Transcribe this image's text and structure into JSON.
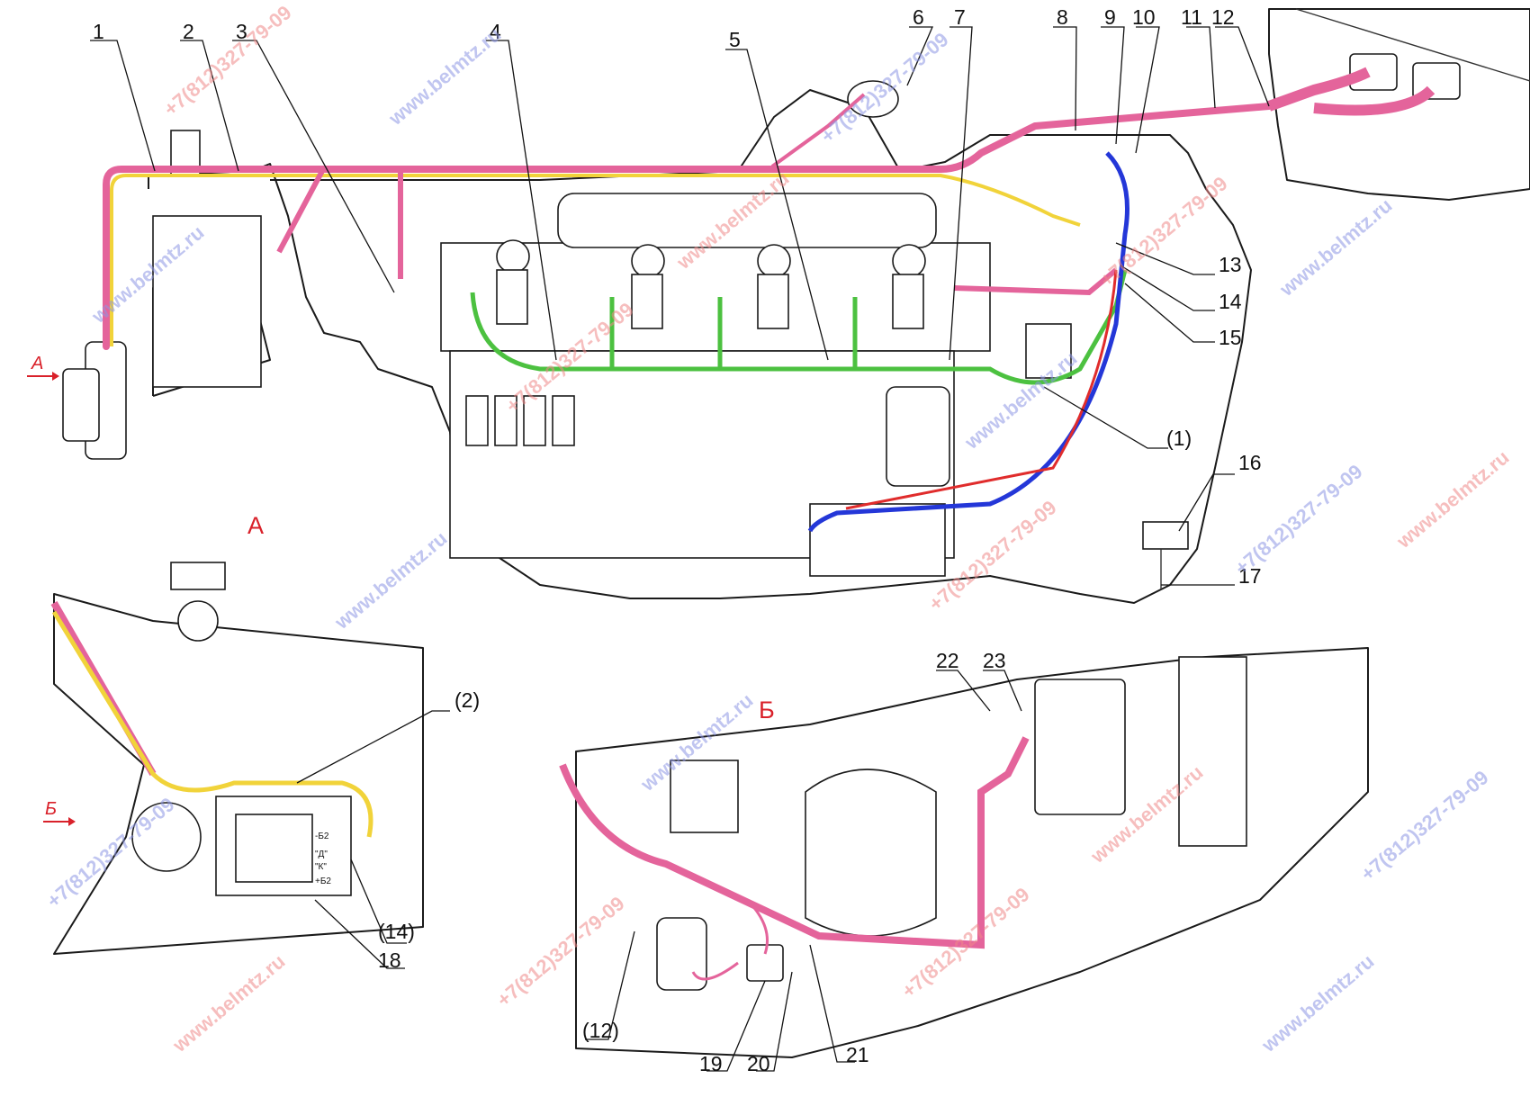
{
  "colors": {
    "harness_pink": "#e4649b",
    "harness_yellow": "#f1d33a",
    "harness_green": "#4cc140",
    "harness_blue": "#2437d8",
    "harness_red": "#e02c2c",
    "section_red": "#d9212a",
    "watermark_red": "#f08a8a",
    "watermark_blue": "#8e97e4"
  },
  "callouts": [
    "1",
    "2",
    "3",
    "4",
    "5",
    "6",
    "7",
    "8",
    "9",
    "10",
    "11",
    "12",
    "13",
    "14",
    "15",
    "16",
    "17",
    "18",
    "19",
    "20",
    "21",
    "22",
    "23"
  ],
  "refs": {
    "main_1": "(1)",
    "view_a_2": "(2)",
    "view_a_14": "(14)",
    "view_b_12": "(12)"
  },
  "sections": {
    "a_marker": "А",
    "a_title": "А",
    "b_marker": "Б",
    "b_title": "Б"
  },
  "terminals": [
    "-Б2",
    "\"Д\"",
    "\"К\"",
    "+Б2"
  ],
  "watermarks": {
    "site": "www.belmtz.ru",
    "phone": "+7(812)327-79-09"
  }
}
